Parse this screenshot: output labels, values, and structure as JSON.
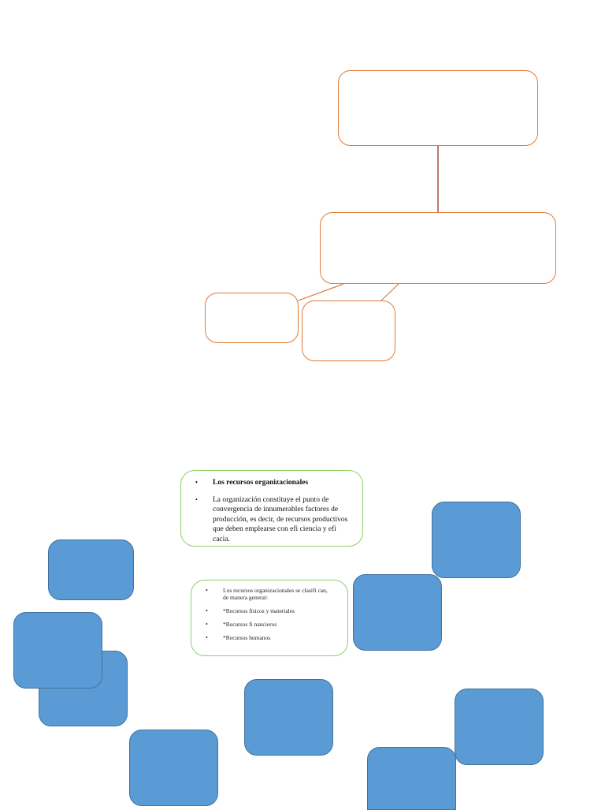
{
  "orange_boxes": [
    "top",
    "middle",
    "small-left",
    "small-right"
  ],
  "colors": {
    "orange_border": "#e07b39",
    "green_border": "#8fcf6a",
    "blue_fill": "#5b9bd5",
    "blue_border": "#41719c"
  },
  "text_box_1": {
    "heading": "Los recursos organizacionales",
    "body": "La organización constituye el punto de convergencia de innumerables factores de producción, es decir, de recursos productivos que deben emplearse con efi ciencia y efi cacia."
  },
  "text_box_2": {
    "items": [
      "Los recursos organizacionales se clasifi can, de manera general:",
      "*Recursos físicos y materiales",
      "*Recursos fi nancieros",
      "*Recursos humanos"
    ]
  }
}
